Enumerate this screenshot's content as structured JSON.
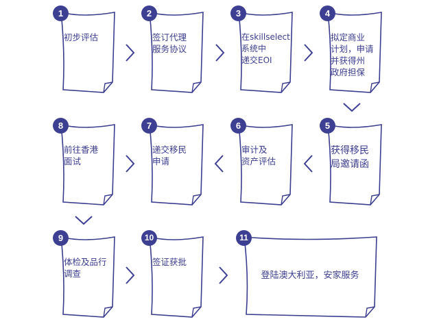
{
  "steps": [
    {
      "num": "1",
      "label": "初步评估"
    },
    {
      "num": "2",
      "label": "签订代理\n服务协议"
    },
    {
      "num": "3",
      "label": "在skillselect\n系统中\n递交EOI"
    },
    {
      "num": "4",
      "label": "拟定商业\n计划，申请\n并获得州\n政府担保"
    },
    {
      "num": "5",
      "label": "获得移民\n局邀请函"
    },
    {
      "num": "6",
      "label": "审计及\n资产评估"
    },
    {
      "num": "7",
      "label": "递交移民\n申请"
    },
    {
      "num": "8",
      "label": "前往香港\n面试"
    },
    {
      "num": "9",
      "label": "体检及品行\n调查"
    },
    {
      "num": "10",
      "label": "签证获批"
    },
    {
      "num": "11",
      "label": "登陆澳大利亚，安家服务"
    }
  ],
  "colors": {
    "accent": "#3d3f93",
    "card_border": "#3a3d8f",
    "arrow": "#3d3f93"
  }
}
